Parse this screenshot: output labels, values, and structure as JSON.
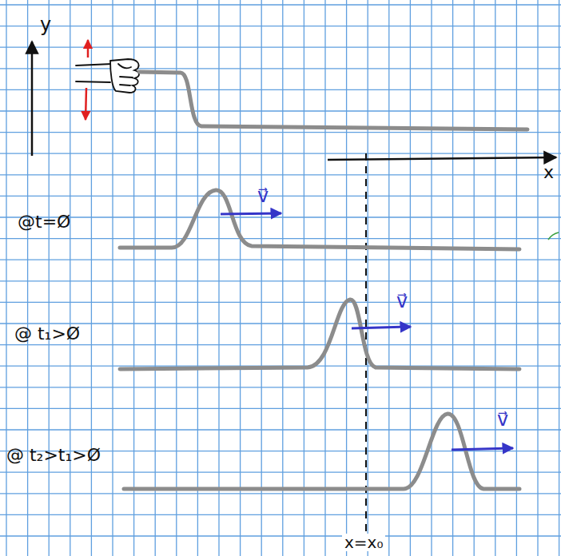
{
  "diagram": {
    "labels": [
      "y",
      "x",
      "@t=Ø",
      "v⃗",
      "@ t₁>Ø",
      "v⃗",
      "@ t₂>t₁>Ø",
      "v⃗",
      "x=x₀"
    ]
  }
}
